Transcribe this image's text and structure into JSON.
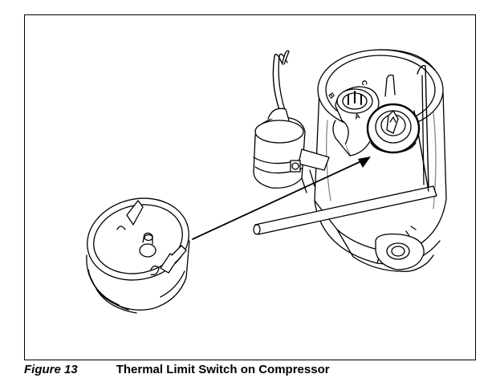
{
  "figure": {
    "caption_number": "Figure 13",
    "caption_title": "Thermal Limit Switch on Compressor",
    "terminal_labels": [
      "B",
      "C",
      "A"
    ],
    "callout": "thermal limit switch location",
    "line_color": "#000000",
    "background": "#ffffff"
  }
}
